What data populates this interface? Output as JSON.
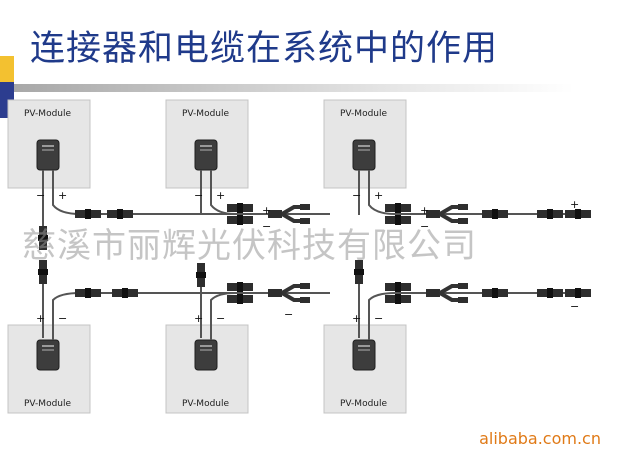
{
  "title": "连接器和电缆在系统中的作用",
  "module_label": "PV-Module",
  "polarity": {
    "plus": "+",
    "minus": "−"
  },
  "watermark": "慈溪市丽辉光伏科技有限公司",
  "site": "alibaba.com.cn",
  "colors": {
    "accent_yellow": "#f3c130",
    "accent_navy": "#2c3d8f",
    "title": "#1f3a8a",
    "site": "#e07a17"
  }
}
